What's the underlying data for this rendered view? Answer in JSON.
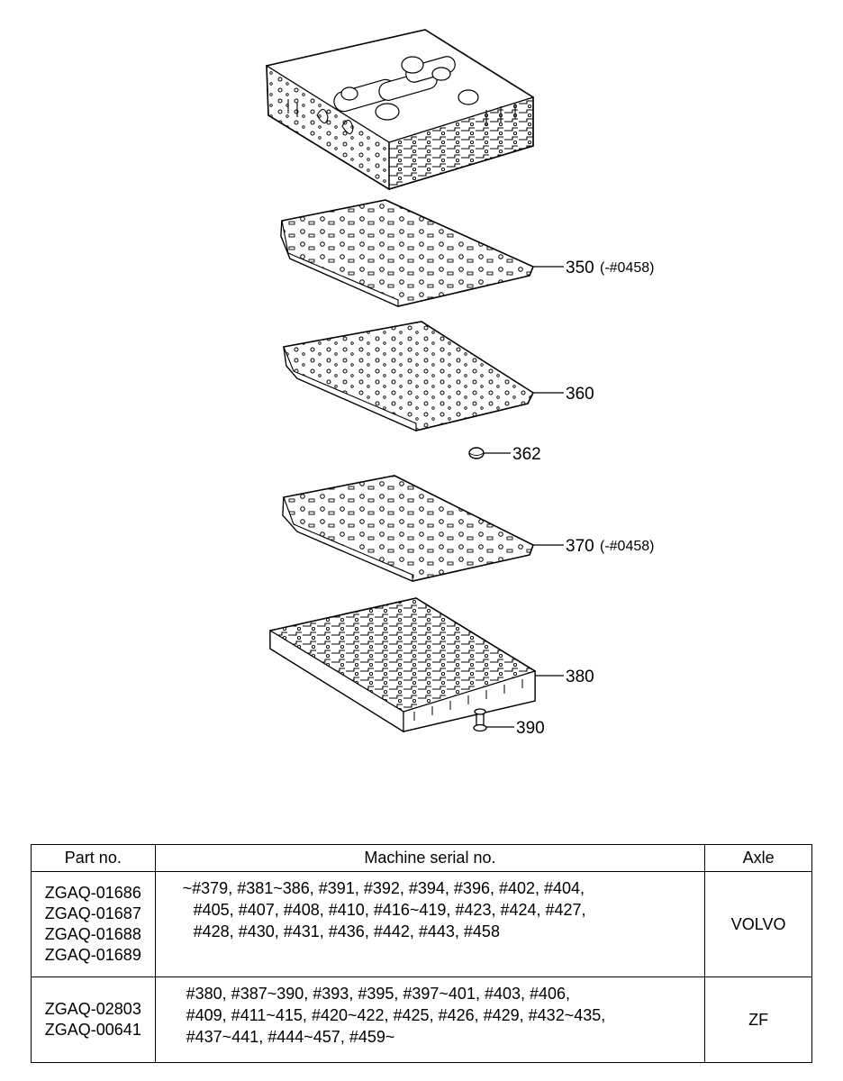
{
  "diagram": {
    "callouts": [
      {
        "number": "350",
        "note": "(-#0458)"
      },
      {
        "number": "360",
        "note": ""
      },
      {
        "number": "362",
        "note": ""
      },
      {
        "number": "370",
        "note": "(-#0458)"
      },
      {
        "number": "380",
        "note": ""
      },
      {
        "number": "390",
        "note": ""
      }
    ]
  },
  "table": {
    "headers": {
      "part": "Part no.",
      "serial": "Machine serial no.",
      "axle": "Axle"
    },
    "rows": [
      {
        "parts": [
          "ZGAQ-01686",
          "ZGAQ-01687",
          "ZGAQ-01688",
          "ZGAQ-01689"
        ],
        "serials": [
          "~#379, #381~386, #391, #392, #394, #396, #402, #404,",
          "#405, #407, #408, #410, #416~419, #423, #424, #427,",
          "#428, #430, #431, #436, #442, #443, #458"
        ],
        "axle": "VOLVO"
      },
      {
        "parts": [
          "ZGAQ-02803",
          "ZGAQ-00641"
        ],
        "serials": [
          "#380, #387~390, #393, #395, #397~401, #403, #406,",
          "#409, #411~415, #420~422, #425, #426, #429, #432~435,",
          "#437~441, #444~457, #459~"
        ],
        "axle": "ZF"
      }
    ]
  }
}
